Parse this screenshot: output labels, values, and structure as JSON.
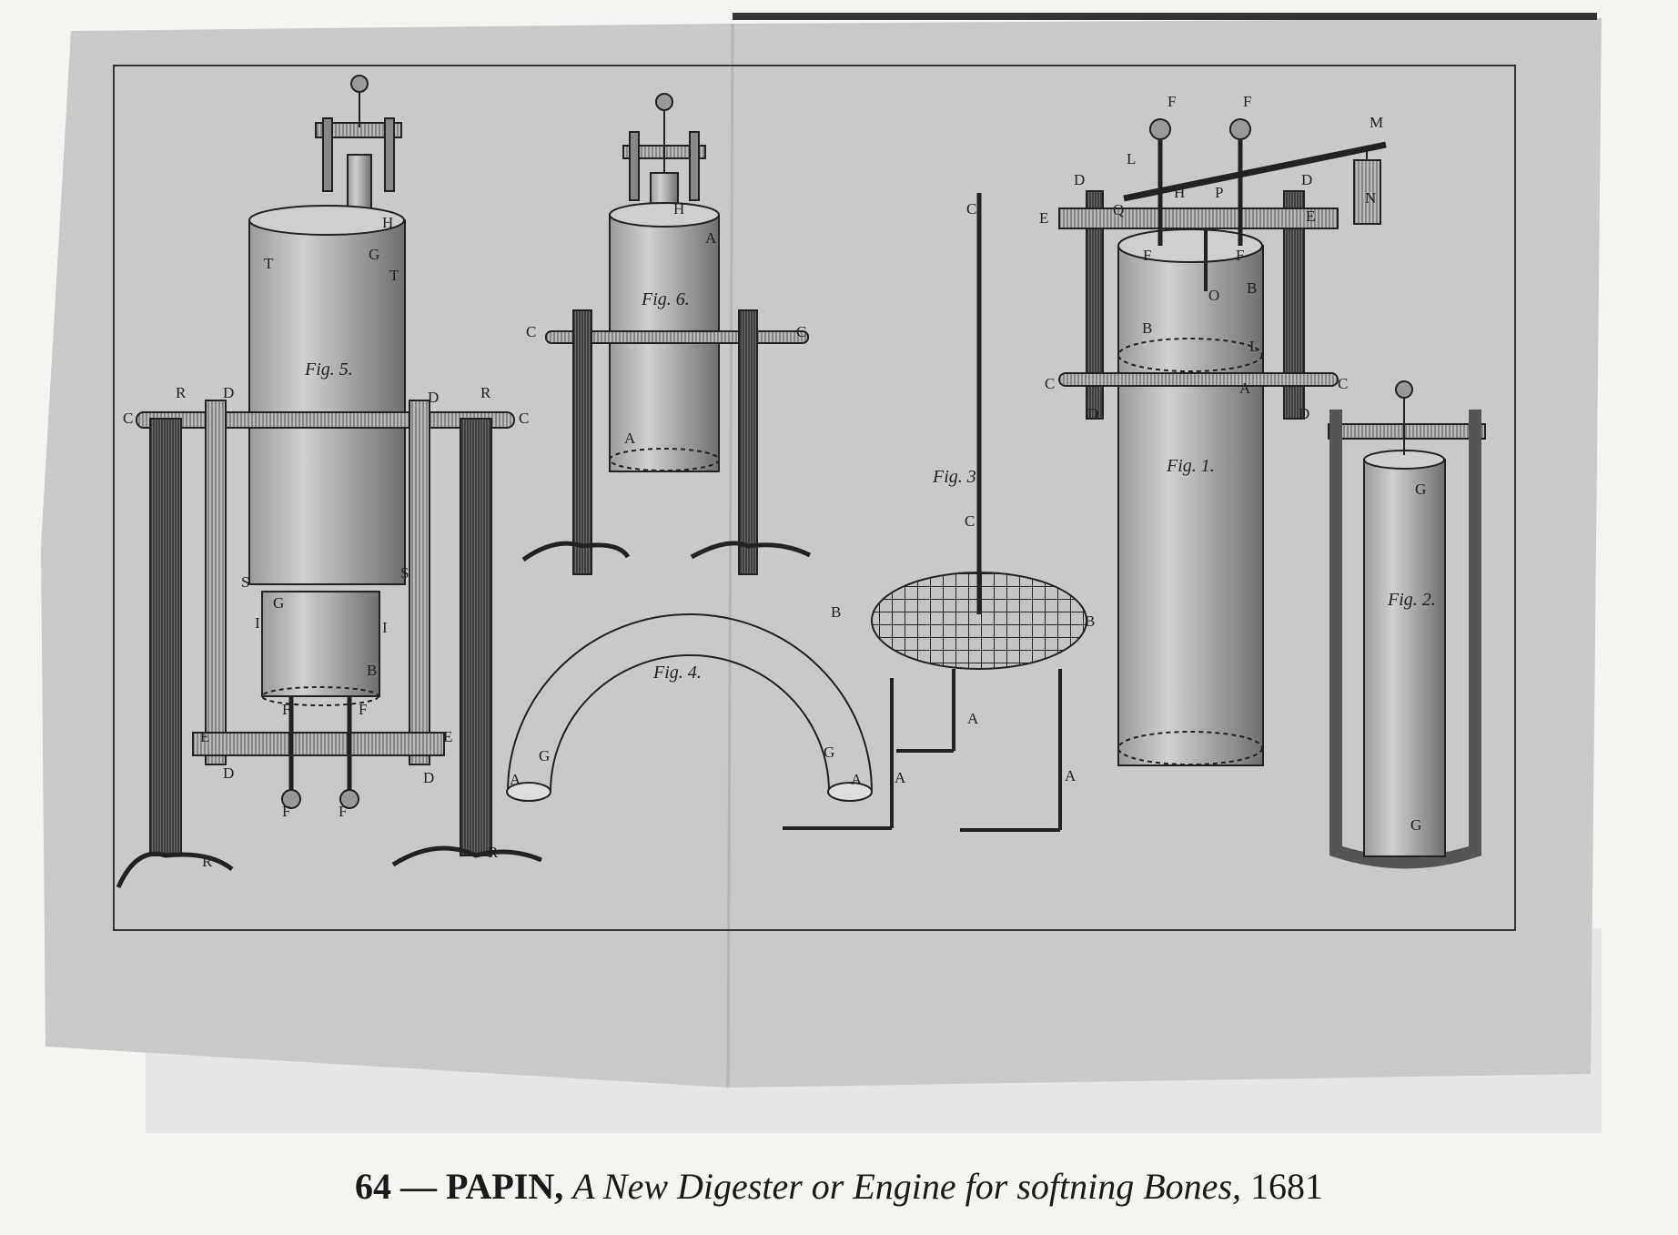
{
  "plate": {
    "figure_labels": {
      "fig1": "Fig. 1.",
      "fig2": "Fig. 2.",
      "fig3": "Fig. 3.",
      "fig4": "Fig. 4.",
      "fig5": "Fig. 5.",
      "fig6": "Fig. 6."
    },
    "letters": [
      "G",
      "H",
      "T",
      "T",
      "C",
      "R",
      "D",
      "D",
      "R",
      "C",
      "S",
      "S",
      "I",
      "I",
      "G",
      "B",
      "F",
      "F",
      "E",
      "E",
      "D",
      "D",
      "F",
      "F",
      "R",
      "R",
      "H",
      "A",
      "C",
      "C",
      "A",
      "C",
      "C",
      "B",
      "B",
      "A",
      "A",
      "A",
      "G",
      "G",
      "A",
      "A",
      "F",
      "F",
      "M",
      "L",
      "D",
      "D",
      "E",
      "E",
      "Q",
      "H",
      "P",
      "N",
      "F",
      "F",
      "O",
      "B",
      "B",
      "L",
      "A",
      "C",
      "C",
      "D",
      "D",
      "G",
      "G"
    ]
  },
  "caption": {
    "number": "64 —",
    "author": "PAPIN,",
    "title": "A New Digester or Engine for softning Bones,",
    "year": "1681"
  }
}
